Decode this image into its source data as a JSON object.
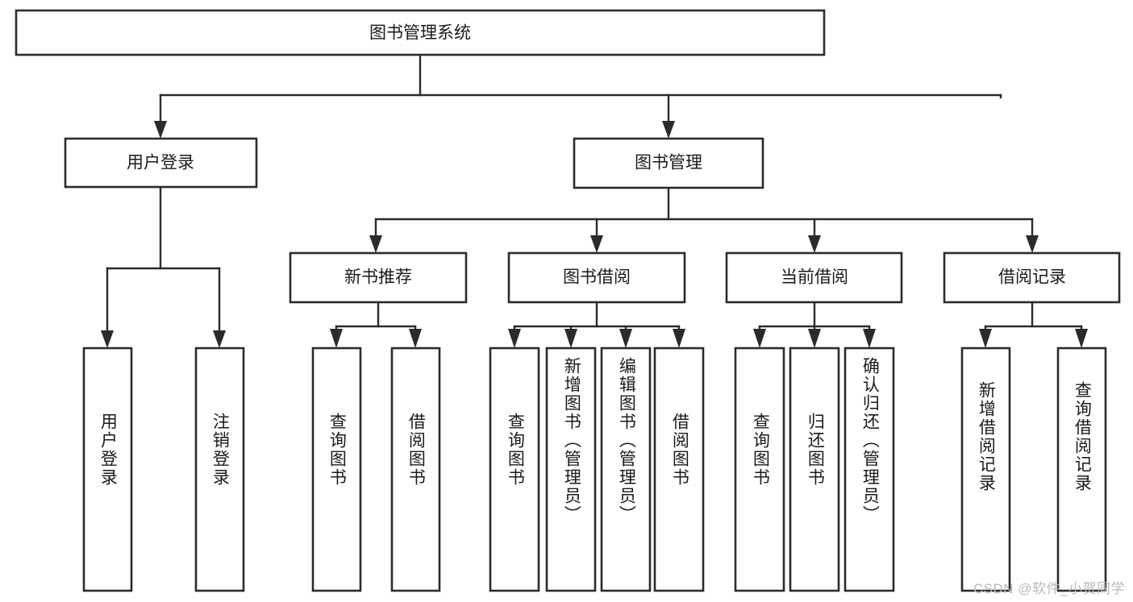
{
  "diagram": {
    "type": "tree-hierarchy",
    "title": "图书管理系统",
    "root": {
      "id": "root",
      "label": "图书管理系统"
    },
    "level2": [
      {
        "id": "user-login",
        "label": "用户登录"
      },
      {
        "id": "book-manage",
        "label": "图书管理"
      }
    ],
    "level3": [
      {
        "id": "new-book-recommend",
        "label": "新书推荐",
        "parent": "book-manage"
      },
      {
        "id": "book-borrow",
        "label": "图书借阅",
        "parent": "book-manage"
      },
      {
        "id": "current-borrow",
        "label": "当前借阅",
        "parent": "book-manage"
      },
      {
        "id": "borrow-record",
        "label": "借阅记录",
        "parent": "book-manage"
      }
    ],
    "leaves": [
      {
        "id": "leaf-user-login",
        "label": "用户登录",
        "parent": "user-login"
      },
      {
        "id": "leaf-user-logout",
        "label": "注销登录",
        "parent": "user-login"
      },
      {
        "id": "leaf-query-book-1",
        "label": "查询图书",
        "parent": "new-book-recommend"
      },
      {
        "id": "leaf-borrow-book-1",
        "label": "借阅图书",
        "parent": "new-book-recommend"
      },
      {
        "id": "leaf-query-book-2",
        "label": "查询图书",
        "parent": "book-borrow"
      },
      {
        "id": "leaf-add-book",
        "label": "新增图书（管理员）",
        "parent": "book-borrow"
      },
      {
        "id": "leaf-edit-book",
        "label": "编辑图书（管理员）",
        "parent": "book-borrow"
      },
      {
        "id": "leaf-borrow-book-2",
        "label": "借阅图书",
        "parent": "book-borrow"
      },
      {
        "id": "leaf-query-book-3",
        "label": "查询图书",
        "parent": "current-borrow"
      },
      {
        "id": "leaf-return-book",
        "label": "归还图书",
        "parent": "current-borrow"
      },
      {
        "id": "leaf-confirm-return",
        "label": "确认归还（管理员）",
        "parent": "current-borrow"
      },
      {
        "id": "leaf-add-record",
        "label": "新增借阅记录",
        "parent": "borrow-record"
      },
      {
        "id": "leaf-query-record",
        "label": "查询借阅记录",
        "parent": "borrow-record"
      }
    ],
    "colors": {
      "stroke": "#2b2b2b",
      "fill": "#ffffff",
      "text": "#1a1a1a",
      "watermark": "#b9b9b9",
      "background": "#ffffff"
    }
  },
  "watermark": {
    "text": "CSDN @软件_小贺同学"
  }
}
